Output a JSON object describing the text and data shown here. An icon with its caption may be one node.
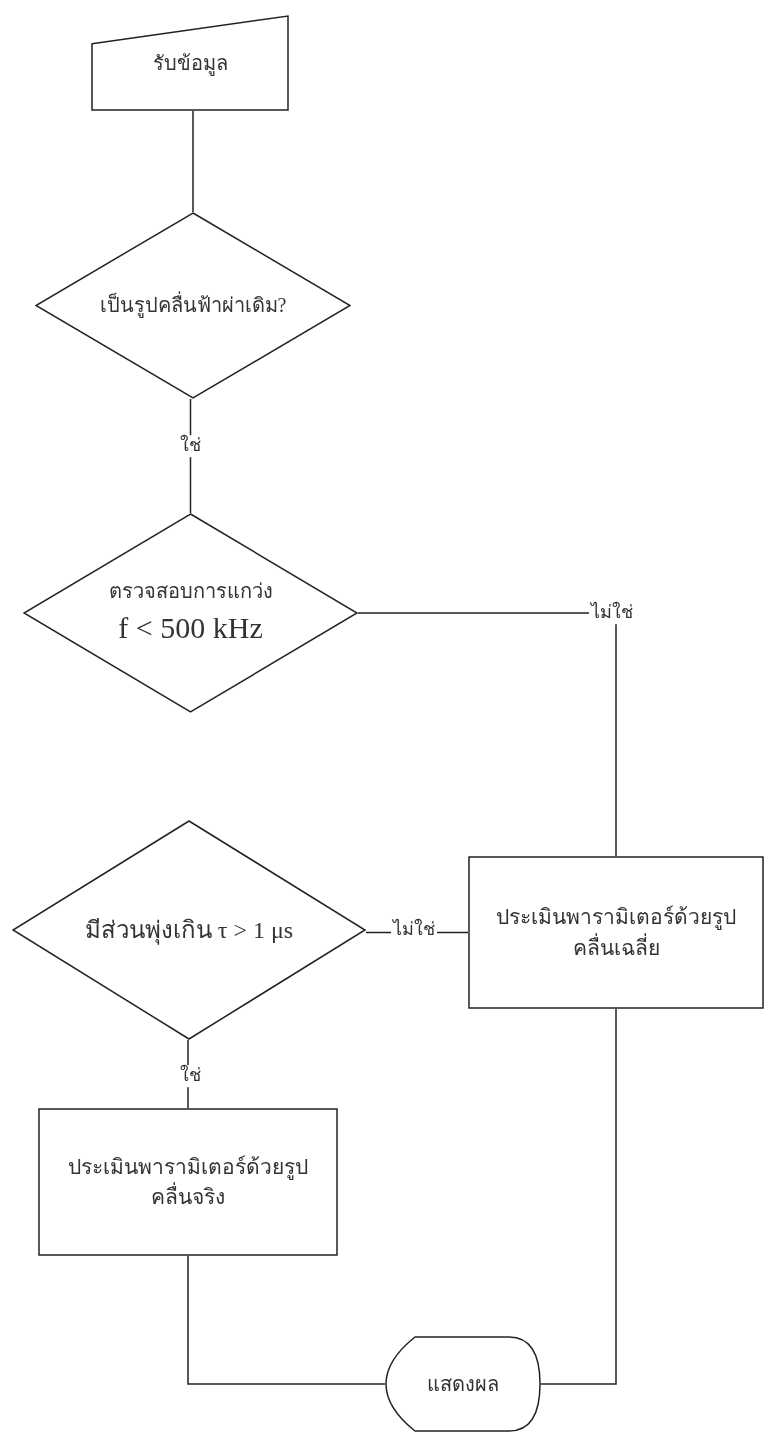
{
  "diagram": {
    "nodes": [
      {
        "text": [
          "รับข้อมูล"
        ]
      },
      {
        "text": [
          "เป็นรูปคลื่นฟ้าผ่าเดิม?"
        ]
      },
      {
        "text": [
          "ตรวจสอบการแกว่ง",
          "f < 500 kHz"
        ]
      },
      {
        "text": [
          "มีส่วนพุ่งเกิน τ > 1 μs"
        ]
      },
      {
        "text": [
          "ประเมินพารามิเตอร์ด้วยรูป คลื่นเฉลี่ย"
        ]
      },
      {
        "text": [
          "ประเมินพารามิเตอร์ด้วยรูป คลื่นจริง"
        ]
      },
      {
        "text": [
          "แสดงผล"
        ]
      }
    ],
    "edges": [
      {
        "from": 0,
        "to": 1,
        "arrow": "none"
      },
      {
        "from": 1,
        "to": 2,
        "arrow": "none",
        "label": "ใช่"
      },
      {
        "from": 2,
        "to": 4,
        "arrow": "none",
        "label": "ไม่ใช่"
      },
      {
        "from": 3,
        "to": 4,
        "arrow": "none",
        "label": "ไม่ใช่"
      },
      {
        "from": 3,
        "to": 5,
        "arrow": "none",
        "label": "ใช่"
      },
      {
        "from": 5,
        "to": 6,
        "arrow": "none"
      },
      {
        "from": 4,
        "to": 6,
        "arrow": "none"
      }
    ]
  }
}
